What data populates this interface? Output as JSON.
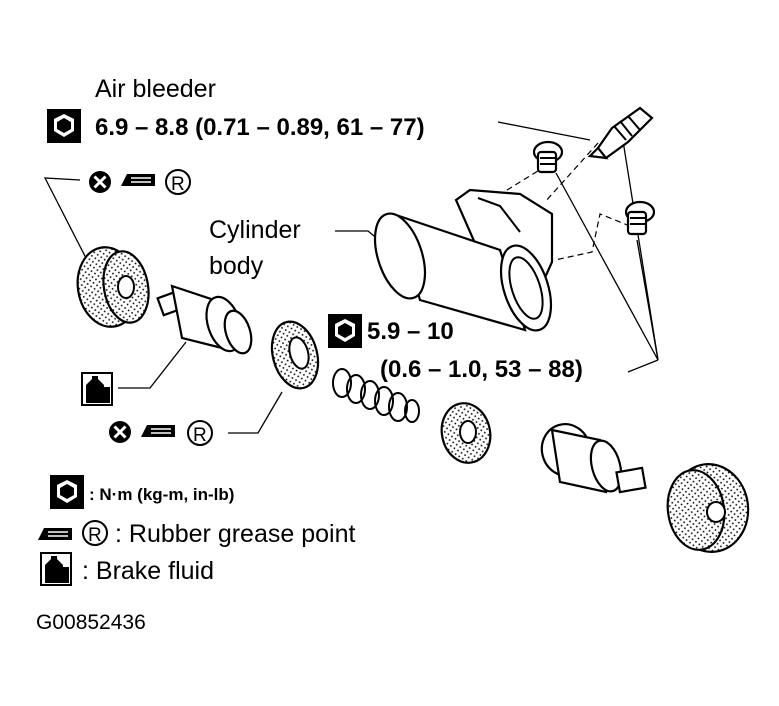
{
  "labels": {
    "air_bleeder": "Air bleeder",
    "bleeder_torque": "6.9 – 8.8 (0.71 – 0.89, 61 – 77)",
    "cylinder_body_line1": "Cylinder",
    "cylinder_body_line2": "body",
    "bolt_torque_line1": "5.9 – 10",
    "bolt_torque_line2": "(0.6 – 1.0, 53 – 88)",
    "grease_marker_r": "R"
  },
  "legend": {
    "torque_units": ": N·m (kg-m, in-lb)",
    "grease_point": ": Rubber grease point",
    "brake_fluid": ": Brake fluid",
    "grease_marker_r": "R"
  },
  "figure_id": "G00852436"
}
